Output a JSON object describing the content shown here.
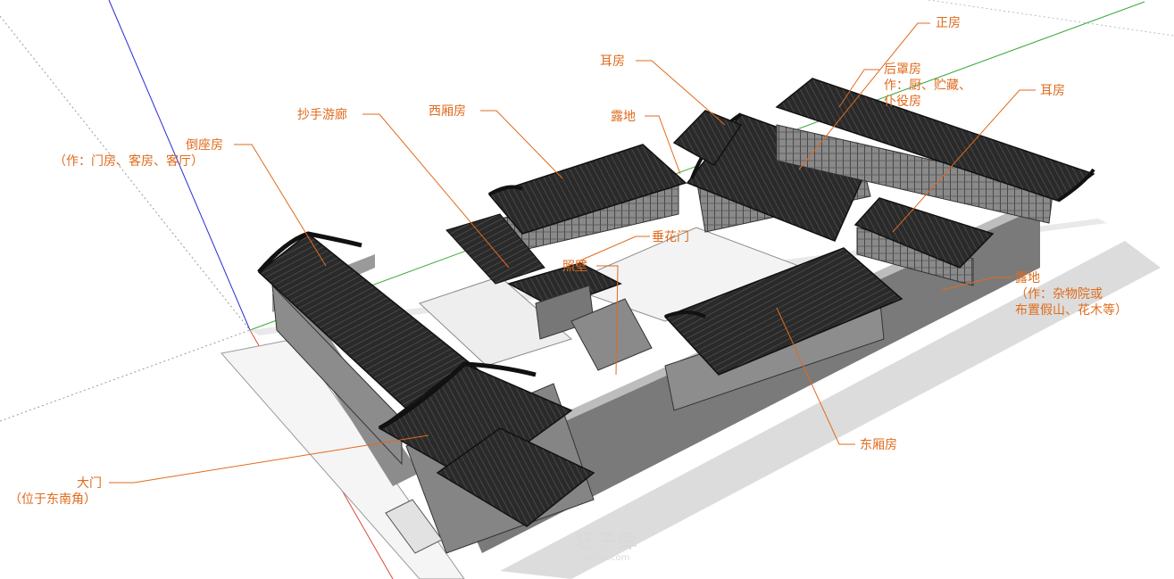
{
  "labels": {
    "zhengfang": "正房",
    "erfang_left": "耳房",
    "houzhaofang": "后罩房",
    "houzhaofang_note1": "作：厨、贮藏、",
    "houzhaofang_note2": "仆役房",
    "erfang_right": "耳房",
    "chaoshou": "抄手游廊",
    "xixiang": "西厢房",
    "ludi_top": "露地",
    "daozuo": "倒座房",
    "daozuo_note": "（作：门房、客房、客厅）",
    "chuihuamen": "垂花门",
    "yingbi": "照壁",
    "ludi_right": "露地",
    "ludi_right_note1": "（作：杂物院或",
    "ludi_right_note2": "布置假山、花木等）",
    "dongxiang": "东厢房",
    "damen": "大门",
    "damen_note": "（位于东南角）"
  },
  "watermark": {
    "main": "坯子库",
    "url": "pizku.com"
  },
  "colors": {
    "label": "#e06b1d",
    "leader": "#e06b1d",
    "roof": "#2c2c2c",
    "wall_dark": "#6e6e6e",
    "wall_light": "#a9a9a9",
    "ground": "#f2f2f2",
    "axis_blue": "#2b2bd9",
    "axis_green": "#3aa83a",
    "axis_red": "#d94b3a"
  }
}
